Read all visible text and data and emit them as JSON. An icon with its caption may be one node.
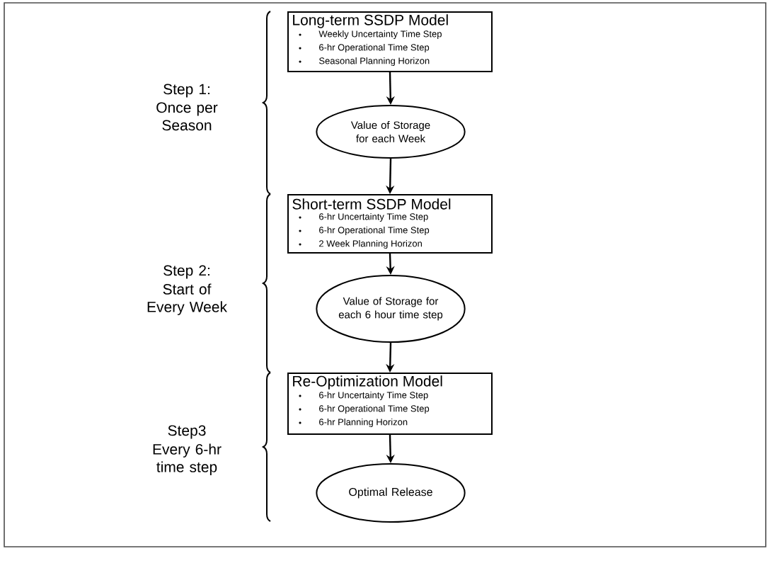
{
  "diagram": {
    "nodes": [
      {
        "text": [
          "Long-term SSDP Model",
          "Weekly Uncertainty Time Step",
          "6-hr Operational Time Step",
          "Seasonal Planning Horizon"
        ]
      },
      {
        "text": [
          "Value of Storage for each Week"
        ]
      },
      {
        "text": [
          "Short-term SSDP Model",
          "6-hr Uncertainty Time Step",
          "6-hr Operational Time Step",
          "2 Week Planning Horizon"
        ]
      },
      {
        "text": [
          "Value of Storage for each 6 hour time step"
        ]
      },
      {
        "text": [
          "Re-Optimization Model",
          "6-hr Uncertainty Time Step",
          "6-hr Operational Time Step",
          "6-hr Planning Horizon"
        ]
      },
      {
        "text": [
          "Optimal Release"
        ]
      }
    ],
    "edges": [
      {
        "from": 0,
        "to": 1,
        "arrow": "to"
      },
      {
        "from": 1,
        "to": 2,
        "arrow": "to"
      },
      {
        "from": 2,
        "to": 3,
        "arrow": "to"
      },
      {
        "from": 3,
        "to": 4,
        "arrow": "to"
      },
      {
        "from": 4,
        "to": 5,
        "arrow": "to"
      }
    ],
    "labels": [
      "Step 1:",
      "Once per Season",
      "Step 2:",
      "Start of Every Week",
      "Step3",
      "Every 6-hr time step"
    ]
  }
}
